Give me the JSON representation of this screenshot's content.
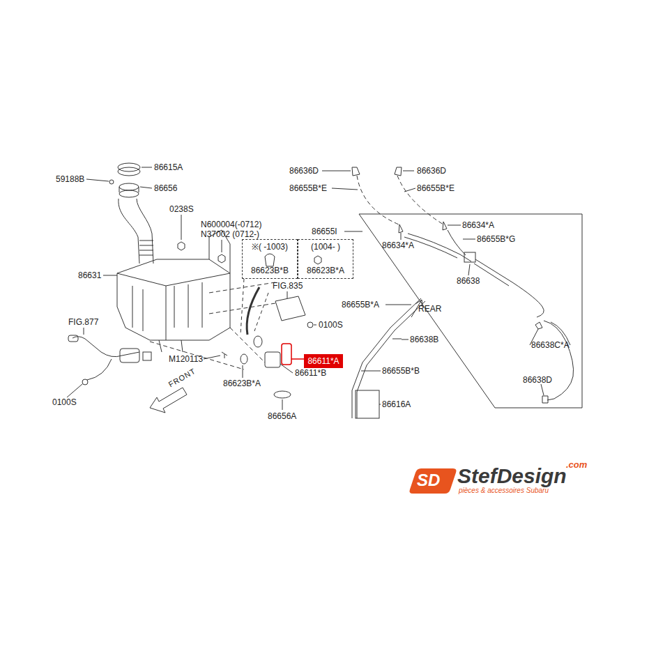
{
  "diagram": {
    "nodes": [
      {
        "text": [
          "※( -1003)",
          "86623B*B"
        ]
      },
      {
        "text": [
          "(1004- )",
          "86623B*A"
        ]
      },
      {
        "text": [
          "86611*A"
        ]
      }
    ],
    "labels": [
      "86615A",
      "59188B",
      "86656",
      "0238S",
      "N600004(-0712)",
      "N37002 (0712-)",
      "86631",
      "FIG.835",
      "0100S",
      "FIG.877",
      "M120113",
      "86611*B",
      "86623B*A",
      "0100S",
      "86656A",
      "FRONT",
      "86636D",
      "86655B*E",
      "86636D",
      "86655B*E",
      "86655I",
      "86634*A",
      "86634*A",
      "86655B*G",
      "86638",
      "86655B*A",
      "REAR",
      "86638B",
      "86638C*A",
      "86655B*B",
      "86638D",
      "86616A",
      "SD",
      "StefDesign",
      ".com",
      "pièces & accessoires Subaru"
    ]
  }
}
